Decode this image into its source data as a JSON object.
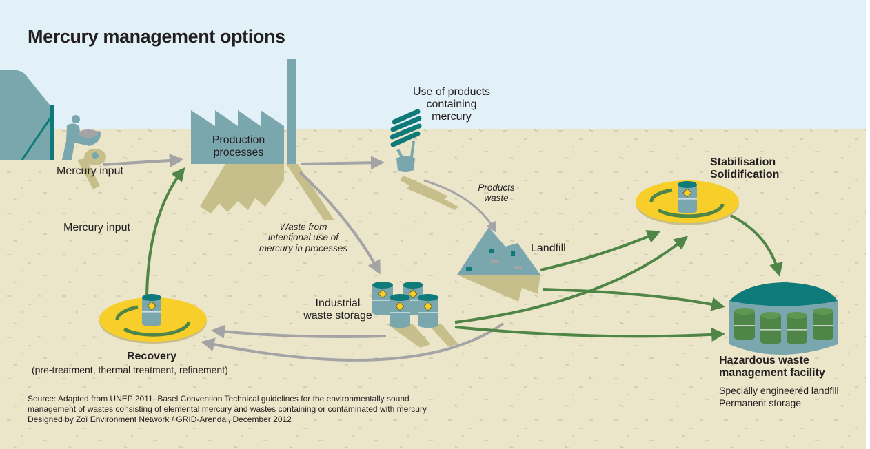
{
  "title": "Mercury management options",
  "nodes": {
    "mercury_input_top": "Mercury input",
    "mercury_input_left": "Mercury input",
    "production": [
      "Production",
      "processes"
    ],
    "use_of_products": [
      "Use of products",
      "containing",
      "mercury"
    ],
    "products_waste": [
      "Products",
      "waste"
    ],
    "waste_from_processes": [
      "Waste from",
      "intentional use of",
      "mercury in processes"
    ],
    "landfill": "Landfill",
    "industrial_storage": [
      "Industrial",
      "waste storage"
    ],
    "stabilisation": [
      "Stabilisation",
      "Solidification"
    ],
    "recovery": {
      "title": "Recovery",
      "subtitle": "(pre-treatment, thermal treatment, refinement)"
    },
    "hazardous_facility": {
      "title": [
        "Hazardous waste",
        "management facility"
      ],
      "details": [
        "Specially engineered landfill",
        "Permanent storage"
      ]
    }
  },
  "source": [
    "Source: Adapted from UNEP 2011, Basel Convention Technical guidelines for the environmentally sound",
    "management of wastes consisting of elemental mercury and wastes containing or contaminated with mercury",
    "Designed by Zoï Environment Network / GRID-Arendal, December 2012"
  ],
  "colors": {
    "sky": "#e2f0f7",
    "ground": "#ebe5c9",
    "teal": "#7aa6ad",
    "dark_teal": "#0e7a7a",
    "shadow": "#c6bf8b",
    "green": "#4f8546",
    "gray_arrow": "#a4a3a6",
    "yellow": "#f8cf2a"
  }
}
